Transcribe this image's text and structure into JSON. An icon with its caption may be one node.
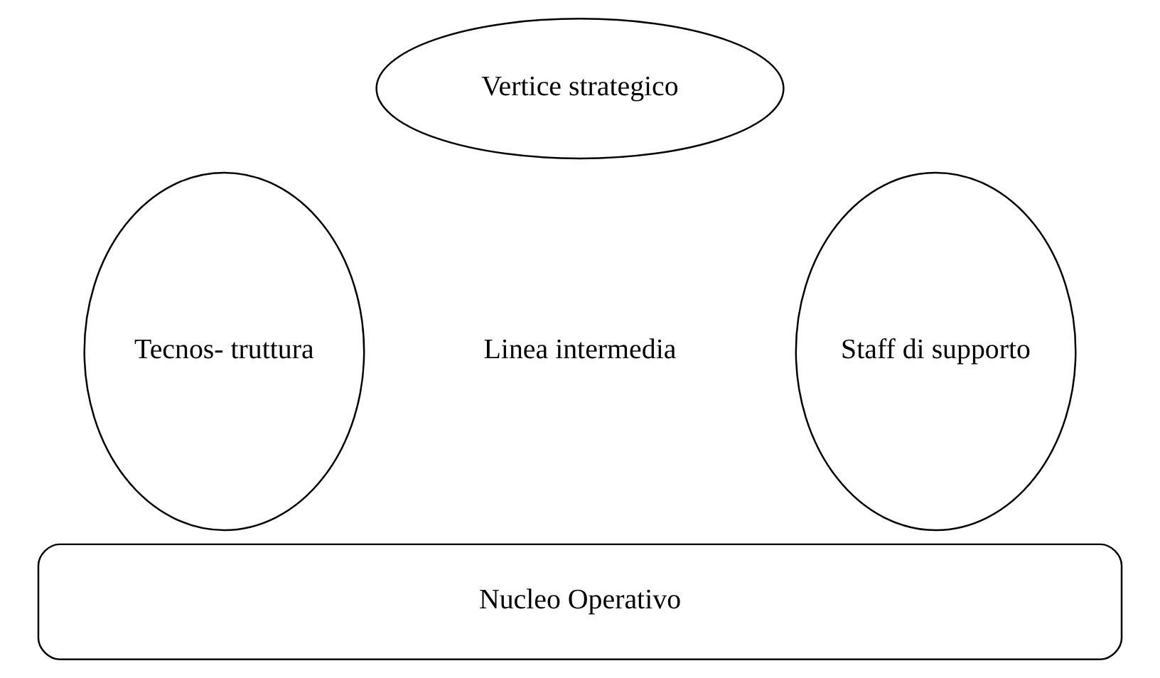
{
  "diagram": {
    "nodes": [
      {
        "text": [
          "Vertice strategico"
        ]
      },
      {
        "text": [
          "Tecnos- truttura"
        ]
      },
      {
        "text": [
          "Linea intermedia"
        ]
      },
      {
        "text": [
          "Staff di supporto"
        ]
      },
      {
        "text": [
          "Nucleo Operativo"
        ]
      }
    ]
  }
}
